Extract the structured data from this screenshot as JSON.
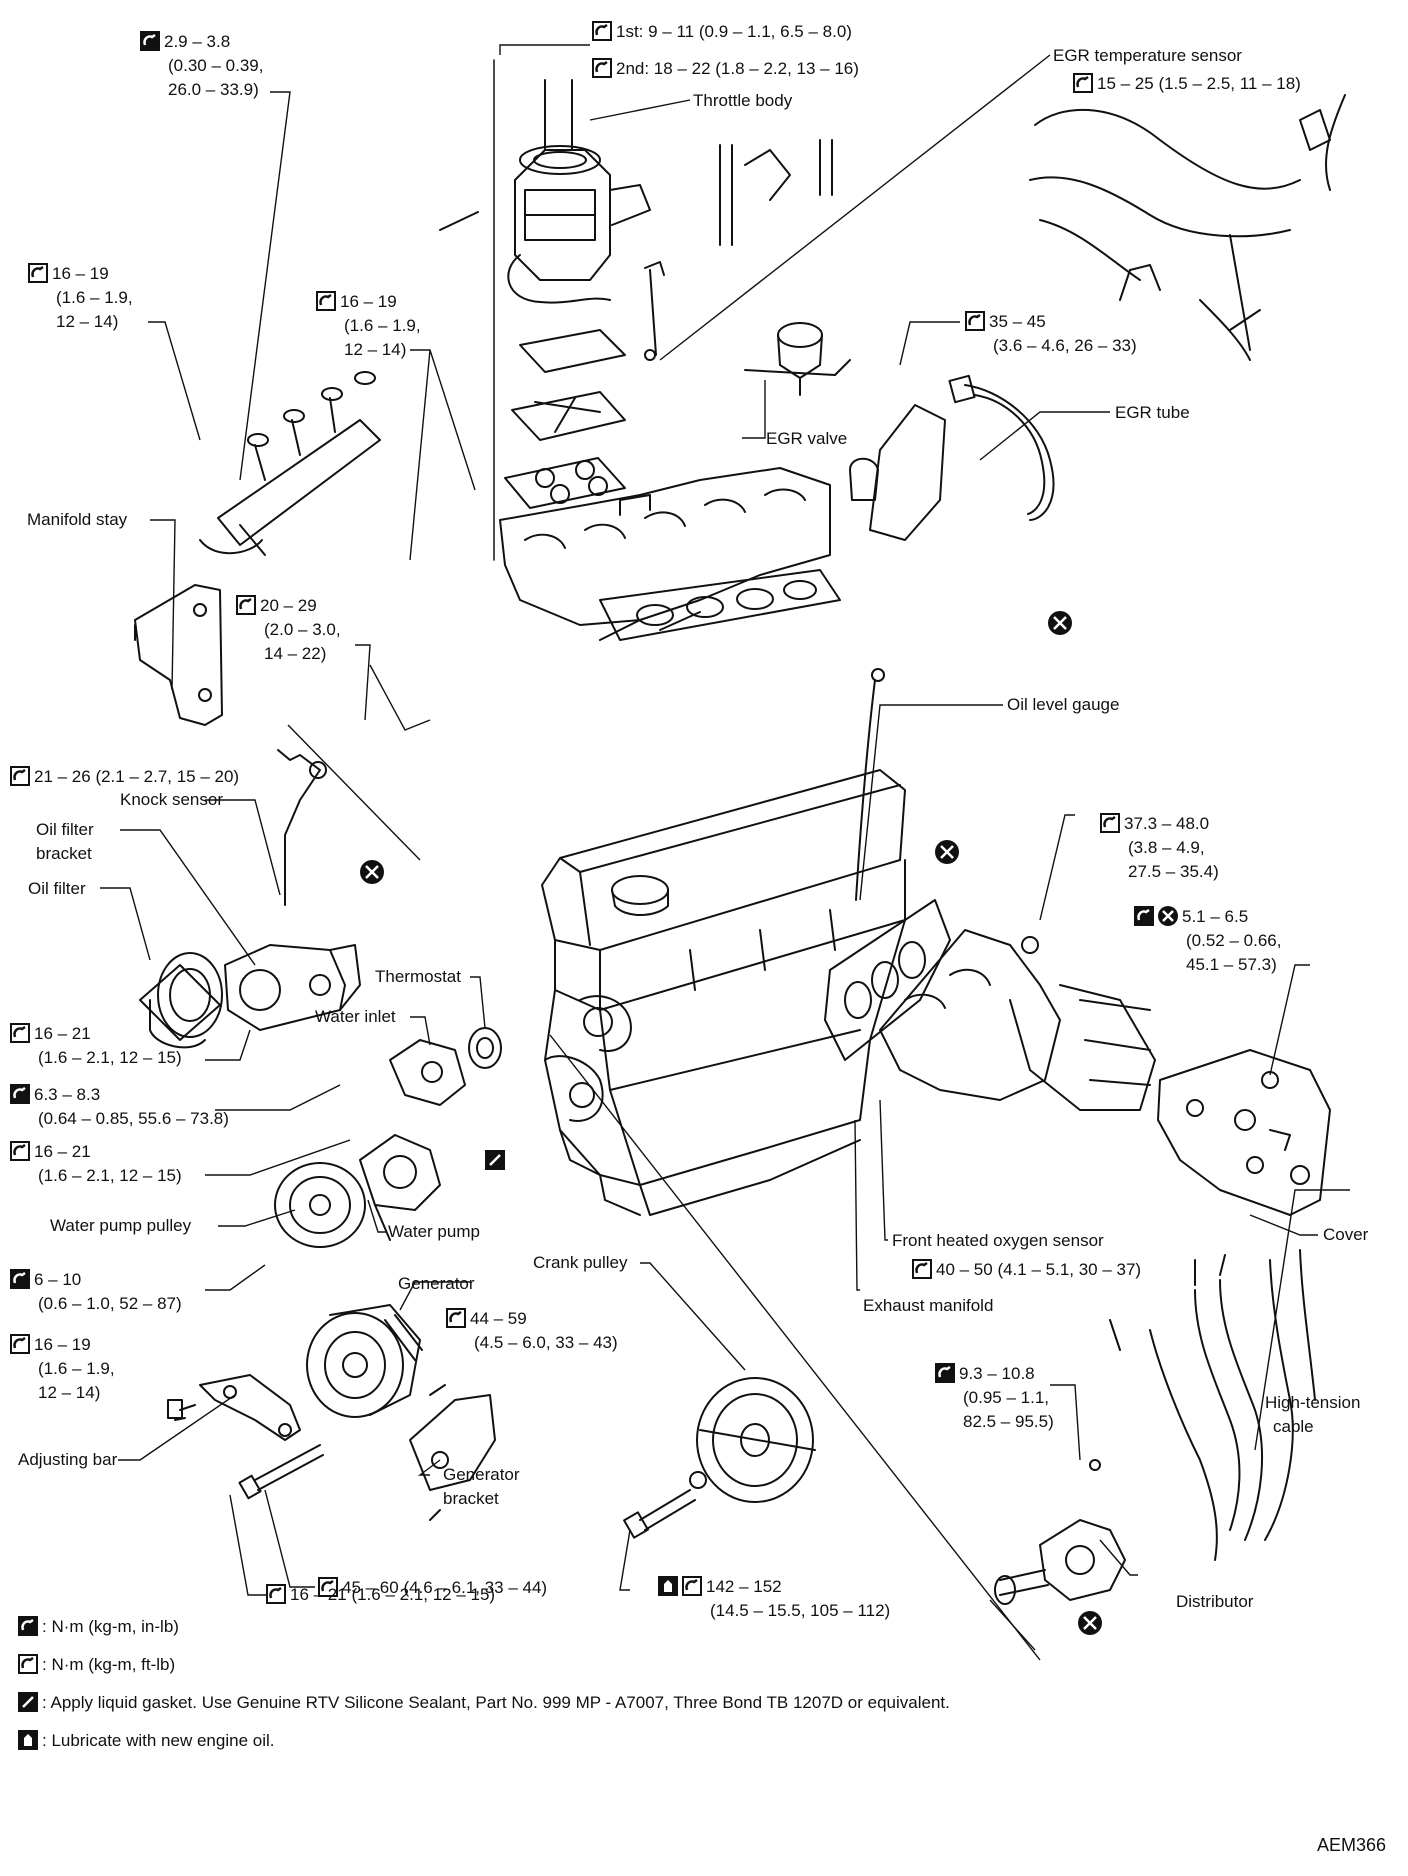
{
  "parts": {
    "throttle_body": "Throttle body",
    "egr_temperature_sensor": "EGR temperature sensor",
    "egr_valve": "EGR valve",
    "egr_tube": "EGR tube",
    "manifold_stay": "Manifold stay",
    "oil_level_gauge": "Oil level gauge",
    "knock_sensor": "Knock sensor",
    "oil_filter_bracket_1": "Oil filter",
    "oil_filter_bracket_2": "bracket",
    "oil_filter": "Oil filter",
    "thermostat": "Thermostat",
    "water_inlet": "Water inlet",
    "water_pump_pulley": "Water pump pulley",
    "water_pump": "Water pump",
    "generator": "Generator",
    "crank_pulley": "Crank pulley",
    "front_heated_oxygen_sensor": "Front heated oxygen sensor",
    "exhaust_manifold": "Exhaust manifold",
    "cover": "Cover",
    "high_tension_cable_1": "High-tension",
    "high_tension_cable_2": "cable",
    "adjusting_bar": "Adjusting bar",
    "generator_bracket_1": "Generator",
    "generator_bracket_2": "bracket",
    "distributor": "Distributor"
  },
  "torques": {
    "t01": [
      "2.9 – 3.8",
      "(0.30 – 0.39,",
      "26.0 – 33.9)"
    ],
    "t02a": [
      "1st: 9 – 11 (0.9 – 1.1, 6.5 – 8.0)"
    ],
    "t02b": [
      "2nd: 18 – 22 (1.8 – 2.2, 13 – 16)"
    ],
    "t03": [
      "15 – 25 (1.5 – 2.5, 11 – 18)"
    ],
    "t04": [
      "16 – 19",
      "(1.6 – 1.9,",
      "12 – 14)"
    ],
    "t05": [
      "16 – 19",
      "(1.6 – 1.9,",
      "12 – 14)"
    ],
    "t06": [
      "35 – 45",
      "(3.6 – 4.6, 26 – 33)"
    ],
    "t07": [
      "20 – 29",
      "(2.0 – 3.0,",
      "14 – 22)"
    ],
    "t08": [
      "21 – 26 (2.1 – 2.7, 15 – 20)"
    ],
    "t09": [
      "37.3 – 48.0",
      "(3.8 – 4.9,",
      "27.5 – 35.4)"
    ],
    "t10": [
      "5.1 – 6.5",
      "(0.52 – 0.66,",
      "45.1 – 57.3)"
    ],
    "t11": [
      "16 – 21",
      "(1.6 – 2.1, 12 – 15)"
    ],
    "t12": [
      "6.3 – 8.3",
      "(0.64 – 0.85, 55.6 – 73.8)"
    ],
    "t13": [
      "16 – 21",
      "(1.6 – 2.1, 12 – 15)"
    ],
    "t14": [
      "6 – 10",
      "(0.6 – 1.0, 52 – 87)"
    ],
    "t15": [
      "44 – 59",
      "(4.5 – 6.0, 33 – 43)"
    ],
    "t16": [
      "40 – 50 (4.1 – 5.1, 30 – 37)"
    ],
    "t17": [
      "16 – 19",
      "(1.6 – 1.9,",
      "12 – 14)"
    ],
    "t18": [
      "9.3 – 10.8",
      "(0.95 – 1.1,",
      "82.5 – 95.5)"
    ],
    "t19": [
      "45 – 60 (4.6 – 6.1, 33 – 44)"
    ],
    "t20": [
      "142 – 152",
      "(14.5 – 15.5, 105 – 112)"
    ],
    "t21": [
      "16 – 21 (1.6 – 2.1, 12 – 15)"
    ]
  },
  "legend": {
    "in_lb": ": N·m (kg-m, in-lb)",
    "ft_lb": ": N·m (kg-m, ft-lb)",
    "gasket": ": Apply liquid gasket.  Use Genuine RTV Silicone Sealant, Part No. 999 MP - A7007, Three Bond TB 1207D or equivalent.",
    "oil": ": Lubricate with new engine oil."
  },
  "figure_code": "AEM366"
}
